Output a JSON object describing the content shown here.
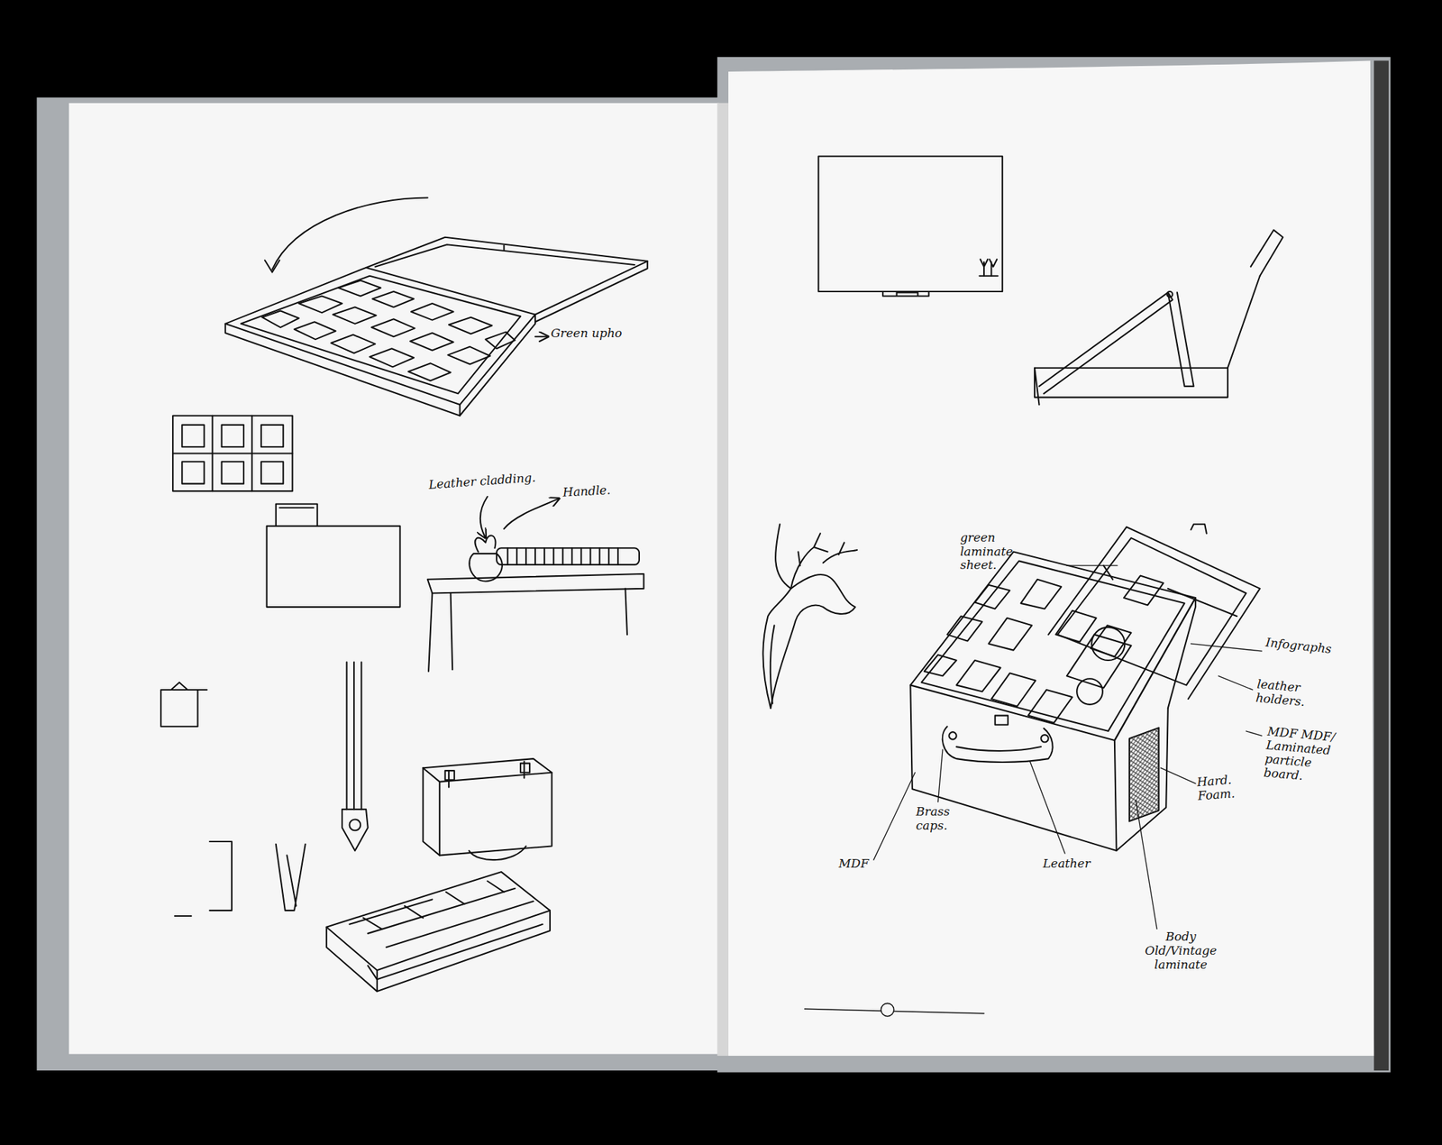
{
  "diagram": {
    "labels": [
      "Green upho",
      "Leather cladding.",
      "Handle.",
      "green laminate sheet.",
      "Infographs",
      "leather holders.",
      "MDF MDF/ Laminated particle board.",
      "Hard. Foam.",
      "Brass caps.",
      "MDF",
      "Leather",
      "Body Old/Vintage laminate"
    ]
  }
}
